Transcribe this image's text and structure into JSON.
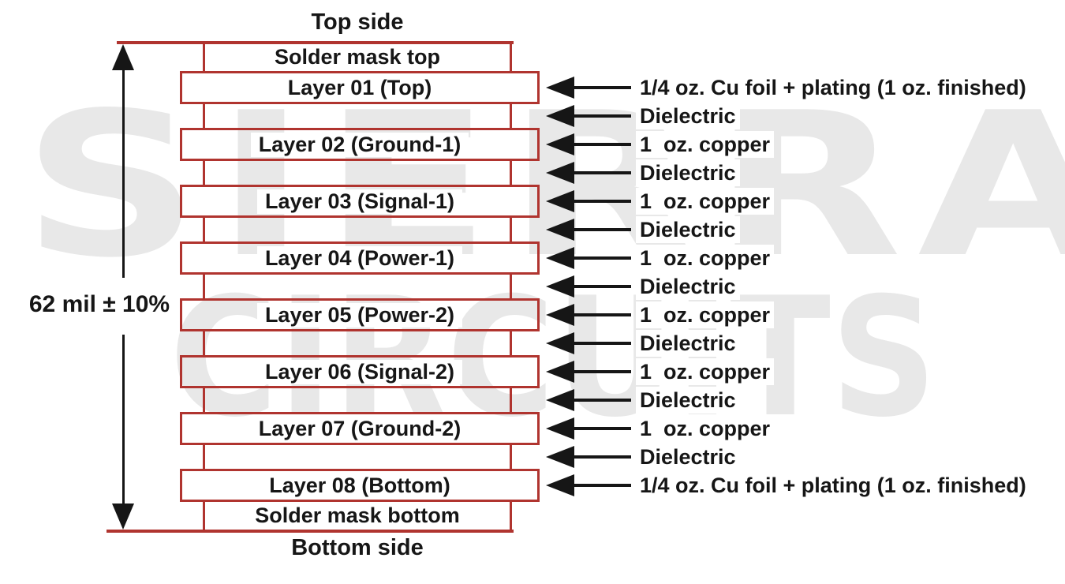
{
  "labels": {
    "top_side": "Top side",
    "bottom_side": "Bottom side",
    "dimension": "62 mil ± 10%"
  },
  "watermark": {
    "line1": "SIERRA",
    "line2": "CIRCUITS"
  },
  "colors": {
    "outline_red": "#b0342f",
    "ink": "#161616",
    "watermark_gray": "#e8e8e8"
  },
  "stack": {
    "rows": [
      {
        "type": "mask",
        "name": "solder-mask-top",
        "label": "Solder mask top",
        "annotation": null
      },
      {
        "type": "copper",
        "name": "layer-01",
        "label": "Layer 01 (Top)",
        "annotation": "1/4 oz. Cu foil + plating (1 oz. finished)"
      },
      {
        "type": "dielectric",
        "name": "dielectric-1",
        "label": null,
        "annotation": "Dielectric"
      },
      {
        "type": "copper",
        "name": "layer-02",
        "label": "Layer 02 (Ground-1)",
        "annotation": "1  oz. copper"
      },
      {
        "type": "dielectric",
        "name": "dielectric-2",
        "label": null,
        "annotation": "Dielectric"
      },
      {
        "type": "copper",
        "name": "layer-03",
        "label": "Layer 03 (Signal-1)",
        "annotation": "1  oz. copper"
      },
      {
        "type": "dielectric",
        "name": "dielectric-3",
        "label": null,
        "annotation": "Dielectric"
      },
      {
        "type": "copper",
        "name": "layer-04",
        "label": "Layer 04 (Power-1)",
        "annotation": "1  oz. copper"
      },
      {
        "type": "dielectric",
        "name": "dielectric-4",
        "label": null,
        "annotation": "Dielectric"
      },
      {
        "type": "copper",
        "name": "layer-05",
        "label": "Layer 05 (Power-2)",
        "annotation": "1  oz. copper"
      },
      {
        "type": "dielectric",
        "name": "dielectric-5",
        "label": null,
        "annotation": "Dielectric"
      },
      {
        "type": "copper",
        "name": "layer-06",
        "label": "Layer 06 (Signal-2)",
        "annotation": "1  oz. copper"
      },
      {
        "type": "dielectric",
        "name": "dielectric-6",
        "label": null,
        "annotation": "Dielectric"
      },
      {
        "type": "copper",
        "name": "layer-07",
        "label": "Layer 07 (Ground-2)",
        "annotation": "1  oz. copper"
      },
      {
        "type": "dielectric",
        "name": "dielectric-7",
        "label": null,
        "annotation": "Dielectric"
      },
      {
        "type": "copper",
        "name": "layer-08",
        "label": "Layer 08 (Bottom)",
        "annotation": "1/4 oz. Cu foil + plating (1 oz. finished)"
      },
      {
        "type": "mask",
        "name": "solder-mask-bottom",
        "label": "Solder mask bottom",
        "annotation": null
      }
    ]
  }
}
